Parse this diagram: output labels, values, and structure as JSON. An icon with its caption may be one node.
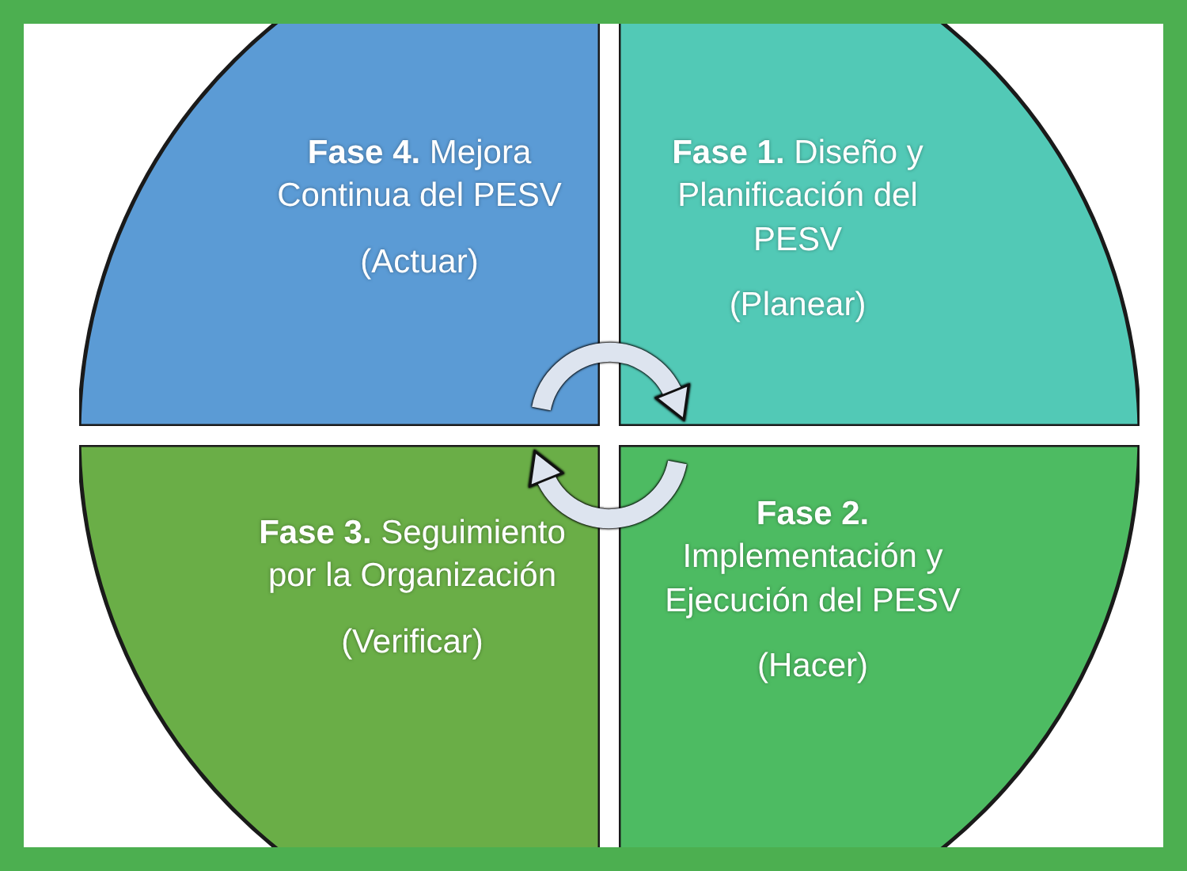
{
  "diagram": {
    "nodes": [
      {
        "text": [
          "**Fase 4.** Mejora Continua del PESV",
          "(Actuar)"
        ]
      },
      {
        "text": [
          "**Fase 1.** Diseño y Planificación del PESV",
          "(Planear)"
        ]
      },
      {
        "text": [
          "**Fase 3.** Seguimiento por la Organización",
          "(Verificar)"
        ]
      },
      {
        "text": [
          "**Fase 2.** Implementación y Ejecución del PESV",
          "(Hacer)"
        ]
      }
    ],
    "edges": [
      {
        "from": 0,
        "to": 1,
        "arrow": "to"
      },
      {
        "from": 3,
        "to": 2,
        "arrow": "to"
      }
    ]
  }
}
